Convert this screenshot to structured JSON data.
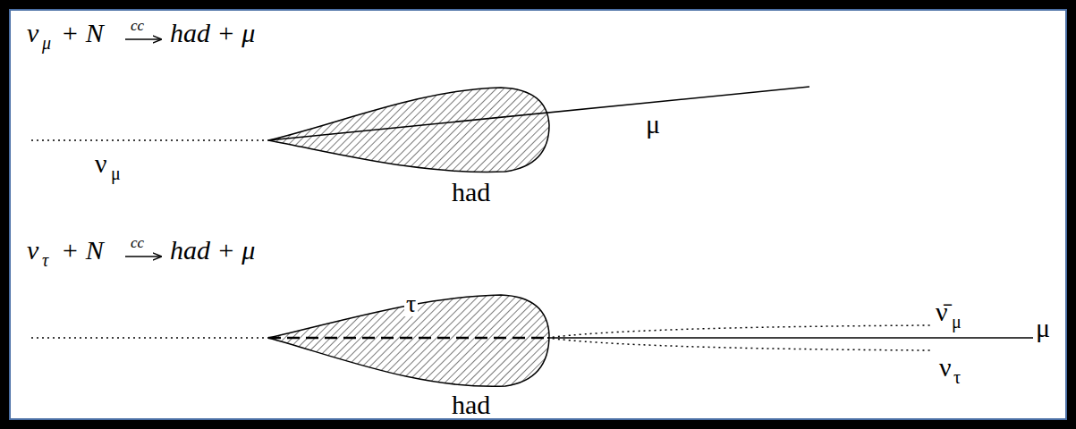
{
  "diagram": {
    "labels": [
      "ν",
      "μ",
      "+ N",
      "cc",
      "had + μ",
      "μ",
      "ν",
      "μ",
      "had",
      "ν",
      "τ",
      "+ N",
      "cc",
      "had + μ",
      "τ",
      "ν̄",
      "μ",
      "ν",
      "τ",
      "μ",
      "had"
    ]
  }
}
